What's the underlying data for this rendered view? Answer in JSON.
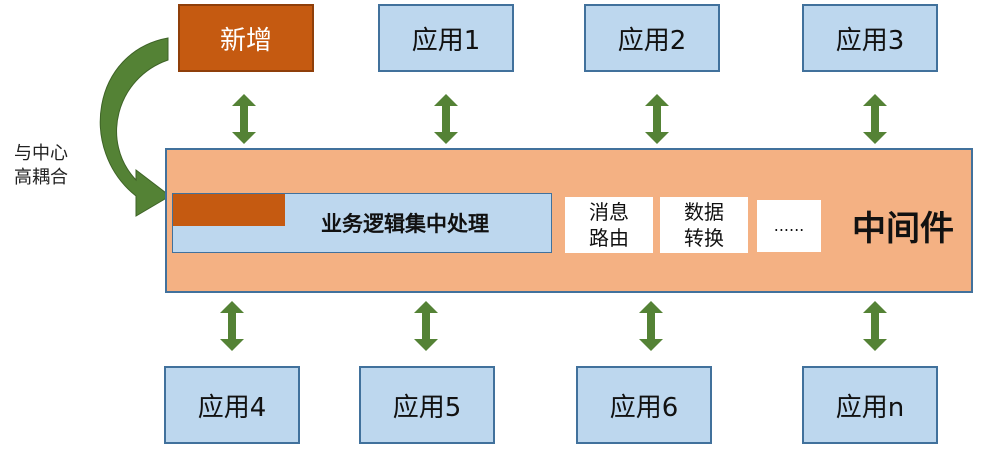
{
  "colors": {
    "app_fill": "#bdd7ee",
    "app_border": "#41719c",
    "new_fill": "#c55a11",
    "middleware_fill": "#f4b183",
    "arrow_green": "#548235"
  },
  "top_boxes": {
    "new_label": "新增",
    "app1": "应用1",
    "app2": "应用2",
    "app3": "应用3"
  },
  "bottom_boxes": {
    "app4": "应用4",
    "app5": "应用5",
    "app6": "应用6",
    "appn": "应用n"
  },
  "middleware": {
    "label": "中间件",
    "logic_label": "业务逻辑集中处理",
    "routing": [
      "消息",
      "路由"
    ],
    "transform": [
      "数据",
      "转换"
    ],
    "more": "......"
  },
  "side_note": {
    "line1": "与中心",
    "line2": "高耦合"
  },
  "icons": {
    "vertical_arrow": "double-headed-arrow-icon",
    "curve": "curved-arrow-icon"
  }
}
